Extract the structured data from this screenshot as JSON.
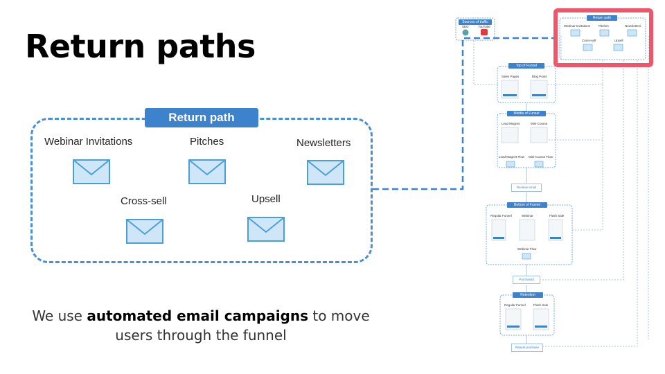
{
  "slide": {
    "title": "Return paths",
    "caption_pre": "We use ",
    "caption_bold": "automated email campaigns",
    "caption_post": " to move users through the funnel"
  },
  "return_path": {
    "header": "Return path",
    "items": [
      {
        "label": "Webinar Invitations"
      },
      {
        "label": "Pitches"
      },
      {
        "label": "Newsletters"
      },
      {
        "label": "Cross-sell"
      },
      {
        "label": "Upsell"
      }
    ]
  },
  "funnel_thumbnail": {
    "sources_title": "Sources of traffic",
    "sources": [
      "SEO",
      "YouTube"
    ],
    "return_path_title": "Return path",
    "return_path_items": [
      "Webinar Invitations",
      "Pitches",
      "Newsletters",
      "Cross-sell",
      "Upsell"
    ],
    "top_title": "Top of Funnel",
    "top_items": [
      "Sales Pages",
      "Blog Posts"
    ],
    "middle_title": "Middle of Funnel",
    "middle_items": [
      "Lead Magnet",
      "Mini-Course",
      "Lead Magnet Flow",
      "Mini-Course Flow"
    ],
    "receive_email": "Receive email",
    "bottom_title": "Bottom of Funnel",
    "bottom_items": [
      "Regular Funnel",
      "Webinar",
      "Flash Sale",
      "Webinar Flow"
    ],
    "purchased": "Purchased",
    "retention_title": "Retention",
    "retention_items": [
      "Regular Funnel",
      "Flash Sale"
    ],
    "repeat_purchase": "Repeat purchase"
  },
  "colors": {
    "accent": "#3d82cc",
    "dashed_border": "#4a8fd6",
    "mail_fill": "#cfe6f8",
    "mail_stroke": "#4a9fd9",
    "highlight": "#f0566a"
  }
}
